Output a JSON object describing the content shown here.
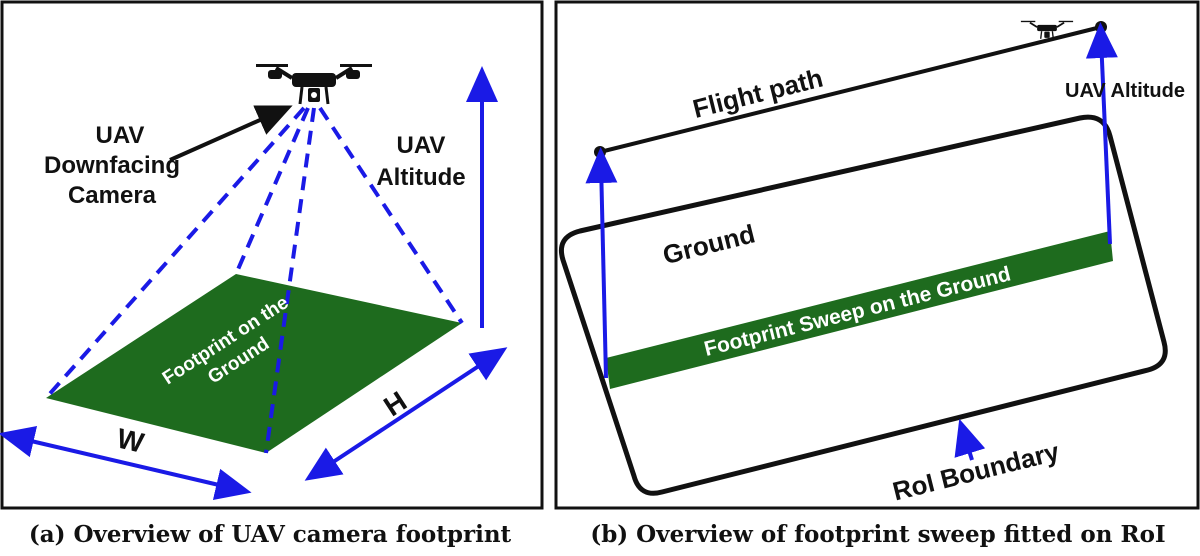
{
  "panel_a": {
    "label_camera_line1": "UAV",
    "label_camera_line2": "Downfacing",
    "label_camera_line3": "Camera",
    "label_altitude_line1": "UAV",
    "label_altitude_line2": "Altitude",
    "footprint_line1": "Footprint on the",
    "footprint_line2": "Ground",
    "width_label": "W",
    "height_label": "H",
    "caption": "(a) Overview of UAV camera footprint"
  },
  "panel_b": {
    "flight_path_label": "Flight path",
    "altitude_label": "UAV Altitude",
    "ground_label": "Ground",
    "sweep_label": "Footprint Sweep on the Ground",
    "roi_label": "RoI Boundary",
    "caption": "(b) Overview of footprint sweep fitted on RoI"
  },
  "colors": {
    "footprint_green": "#1e6b1e",
    "arrow_blue": "#1a1ae6",
    "outline": "#111111"
  }
}
